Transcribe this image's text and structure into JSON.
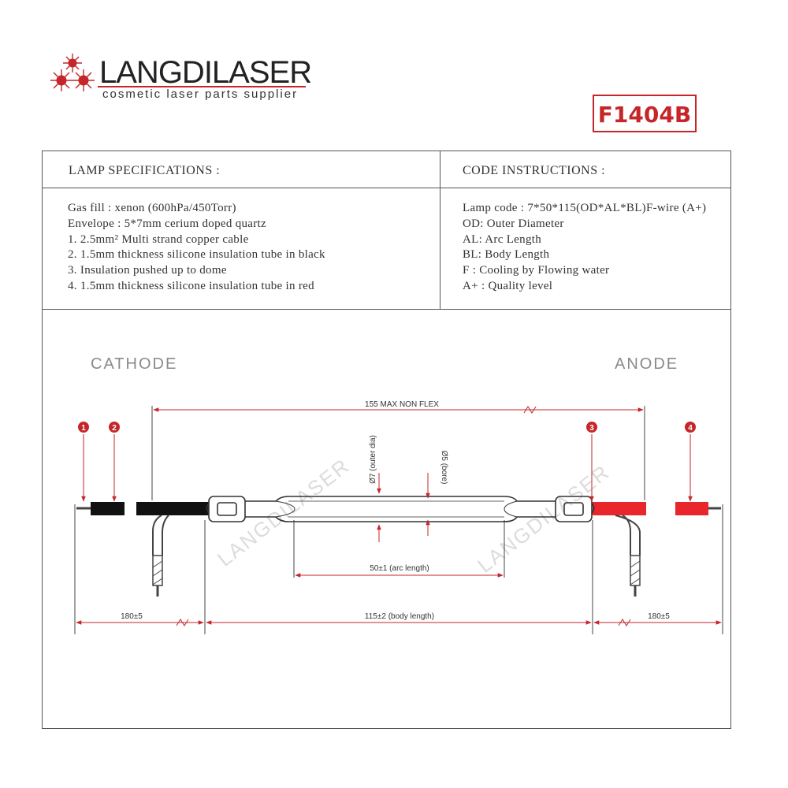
{
  "brand": {
    "name": "LANGDILASER",
    "tagline": "cosmetic laser parts supplier",
    "color": "#c5262a"
  },
  "product_code": "F1404B",
  "specifications": {
    "header": "LAMP SPECIFICATIONS :",
    "lines": [
      "Gas fill : xenon (600hPa/450Torr)",
      "Envelope : 5*7mm cerium doped quartz",
      "1. 2.5mm² Multi strand copper cable",
      "2. 1.5mm thickness silicone insulation tube in  black",
      "3.  Insulation pushed up to dome",
      "4. 1.5mm thickness silicone insulation tube in red"
    ]
  },
  "code_instructions": {
    "header": "CODE INSTRUCTIONS :",
    "lines": [
      "Lamp code : 7*50*115(OD*AL*BL)F-wire (A+)",
      "OD: Outer Diameter",
      "AL: Arc Length",
      "BL: Body Length",
      "F   : Cooling by Flowing water",
      "A+ : Quality level"
    ]
  },
  "drawing": {
    "cathode_label": "CATHODE",
    "anode_label": "ANODE",
    "dim_non_flex": "155 MAX NON FLEX",
    "dim_outer_dia": "Ø7 (outer dia)",
    "dim_bore": "Ø5 (bore)",
    "dim_arc_length": "50±1 (arc length)",
    "dim_body_length": "115±2 (body length)",
    "dim_left_lead": "180±5",
    "dim_right_lead": "180±5",
    "callouts": [
      "1",
      "2",
      "3",
      "4"
    ],
    "watermark": "LANGDILASER",
    "colors": {
      "dimension": "#c5262a",
      "black_tube": "#111111",
      "red_tube": "#e8262b"
    }
  }
}
